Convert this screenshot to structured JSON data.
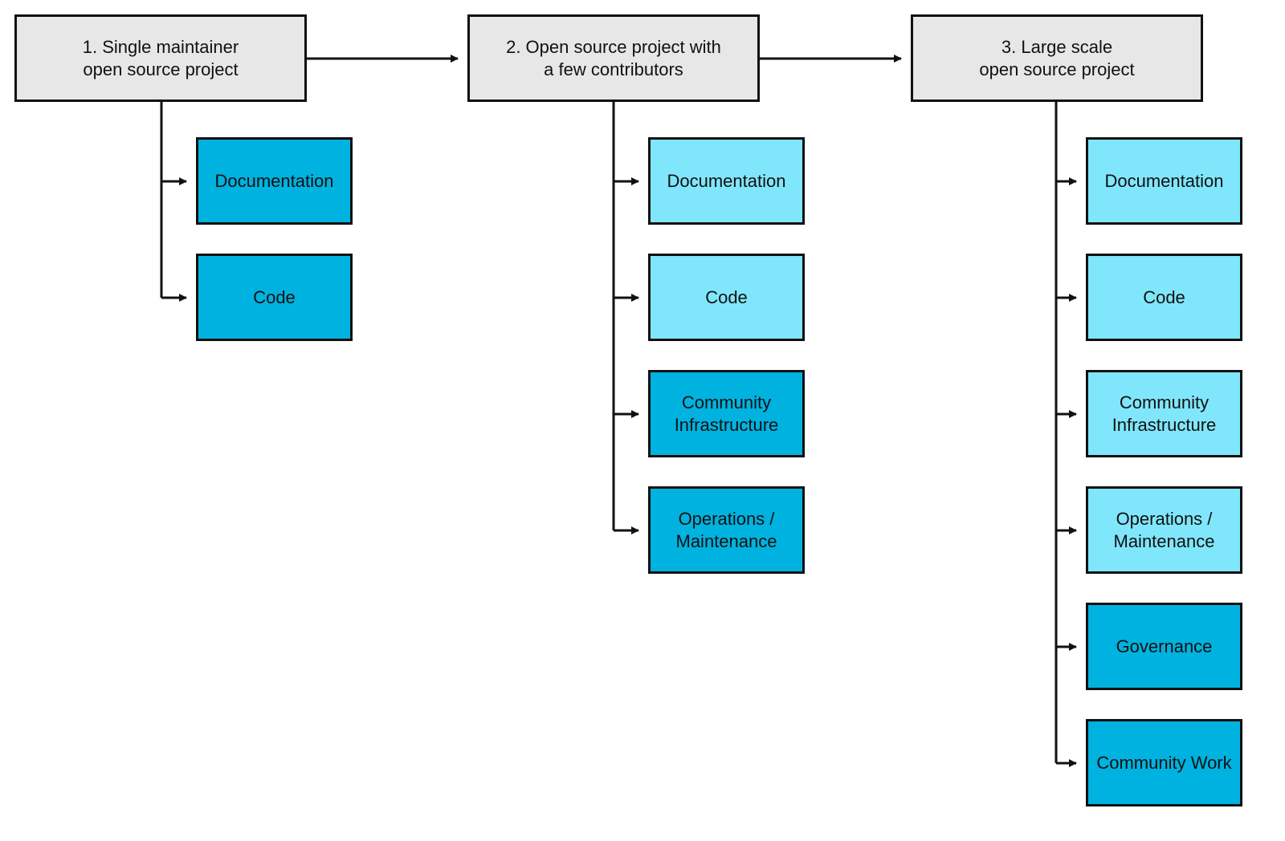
{
  "colors": {
    "stage_fill": "#e7e7e8",
    "new_item_fill": "#00b2df",
    "existing_item_fill": "#80e6fc",
    "line": "#111111"
  },
  "stages": [
    {
      "label": "1. Single maintainer\nopen source project",
      "items": [
        {
          "label": "Documentation",
          "status": "new"
        },
        {
          "label": "Code",
          "status": "new"
        }
      ]
    },
    {
      "label": "2. Open source project with\na few contributors",
      "items": [
        {
          "label": "Documentation",
          "status": "existing"
        },
        {
          "label": "Code",
          "status": "existing"
        },
        {
          "label": "Community\nInfrastructure",
          "status": "new"
        },
        {
          "label": "Operations /\nMaintenance",
          "status": "new"
        }
      ]
    },
    {
      "label": "3. Large scale\nopen source project",
      "items": [
        {
          "label": "Documentation",
          "status": "existing"
        },
        {
          "label": "Code",
          "status": "existing"
        },
        {
          "label": "Community\nInfrastructure",
          "status": "existing"
        },
        {
          "label": "Operations /\nMaintenance",
          "status": "existing"
        },
        {
          "label": "Governance",
          "status": "new"
        },
        {
          "label": "Community Work",
          "status": "new"
        }
      ]
    }
  ]
}
